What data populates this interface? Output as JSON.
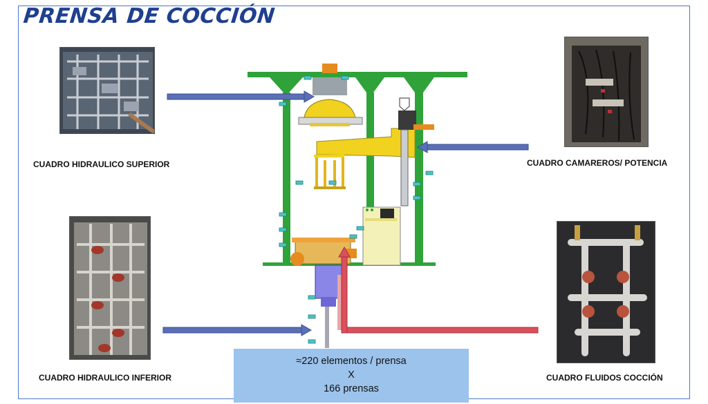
{
  "title": "PRENSA DE COCCIÓN",
  "panels": {
    "top_left": "CUADRO HIDRAULICO SUPERIOR",
    "bottom_left": "CUADRO HIDRAULICO INFERIOR",
    "top_right": "CUADRO CAMAREROS/ POTENCIA",
    "bottom_right": "CUADRO FLUIDOS COCCIÓN"
  },
  "summary": {
    "line1": "≈220 elementos / prensa",
    "line2": "X",
    "line3": "166 prensas"
  },
  "colors": {
    "frame": "#4a78c8",
    "title": "#1f3f8f",
    "press_green": "#2fa33a",
    "press_yellow": "#f1d21f",
    "arrow_blue": "#5a6fb4",
    "arrow_red": "#d9505c",
    "summary_box": "#9cc3ec"
  }
}
